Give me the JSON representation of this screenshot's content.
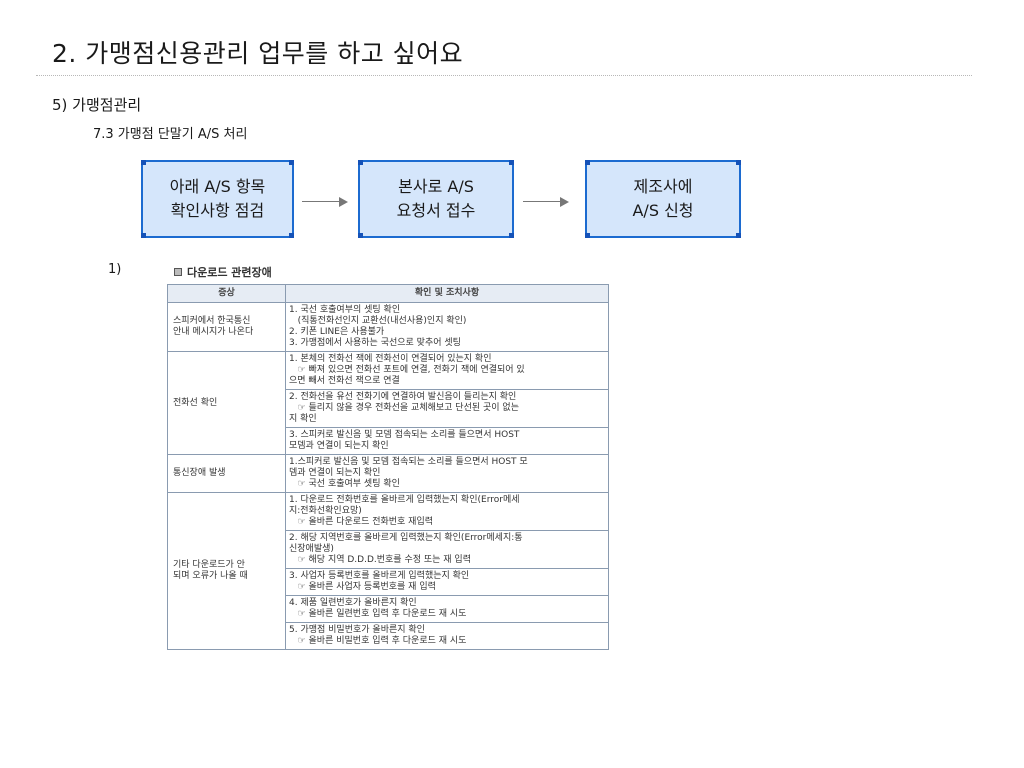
{
  "title": "2. 가맹점신용관리 업무를 하고 싶어요",
  "section": "5) 가맹점관리",
  "subsection": "7.3 가맹점 단말기 A/S 처리",
  "flow": {
    "step1": [
      "아래 A/S 항목",
      "확인사항 점검"
    ],
    "step2": [
      "본사로 A/S",
      "요청서 접수"
    ],
    "step3": [
      "제조사에",
      "A/S 신청"
    ]
  },
  "list_number": "1)",
  "table": {
    "caption": "다운로드 관련장애",
    "headers": [
      "증상",
      "확인 및 조치사항"
    ],
    "groups": [
      {
        "symptom": [
          "스피커에서 한국통신",
          "안내 메시지가 나온다"
        ],
        "actions": [
          [
            "1. 국선 호출여부의 셋팅 확인",
            "   (직통전화선인지 교환선(내선사용)인지 확인)",
            "2. 키폰 LINE은 사용불가",
            "3. 가맹점에서 사용하는 국선으로 맞추어 셋팅"
          ]
        ]
      },
      {
        "symptom": [
          "전화선 확인"
        ],
        "actions": [
          [
            "1. 본체의 전화선 잭에 전화선이 연결되어 있는지 확인",
            "   ☞ 빠져 있으면 전화선 포트에 연결, 전화기 잭에 연결되어 있",
            "으면 빼서 전화선 잭으로 연결"
          ],
          [
            "2. 전화선을 유선 전화기에 연결하여 발신음이 들리는지 확인",
            "   ☞ 들리지 않을 경우 전화선을 교체해보고 단선된 곳이 없는",
            "지 확인"
          ],
          [
            "3. 스피커로 발신음 및 모뎀 접속되는 소리를 들으면서 HOST",
            "모뎀과 연결이 되는지 확인"
          ]
        ]
      },
      {
        "symptom": [
          "통신장애 발생"
        ],
        "actions": [
          [
            "1.스피커로 발신음 및 모뎀 접속되는 소리를 들으면서 HOST 모",
            "뎀과 연결이 되는지 확인",
            "   ☞ 국선 호출여부 셋팅 확인"
          ]
        ]
      },
      {
        "symptom": [
          "기타 다운로드가 안",
          "되며 오류가 나올 때"
        ],
        "actions": [
          [
            "1. 다운로드 전화번호를 올바르게 입력했는지 확인(Error메세",
            "지:전화선확인요망)",
            "   ☞ 올바른 다운로드 전화번호 재입력"
          ],
          [
            "2. 해당 지역번호를 올바르게 입력했는지 확인(Error메세지:통",
            "신장애발생)",
            "   ☞ 해당 지역 D.D.D.번호를 수정 또는 재 입력"
          ],
          [
            "3. 사업자 등록번호를 올바르게 입력했는지 확인",
            "   ☞ 올바른 사업자 등록번호를 재 입력"
          ],
          [
            "4. 제품 일련번호가 올바른지 확인",
            "   ☞ 올바른 일련번호 입력 후 다운로드 재 시도"
          ],
          [
            "5. 가맹점 비밀번호가 올바른지 확인",
            "   ☞ 올바른 비밀번호 입력 후 다운로드 재 시도"
          ]
        ]
      }
    ]
  }
}
